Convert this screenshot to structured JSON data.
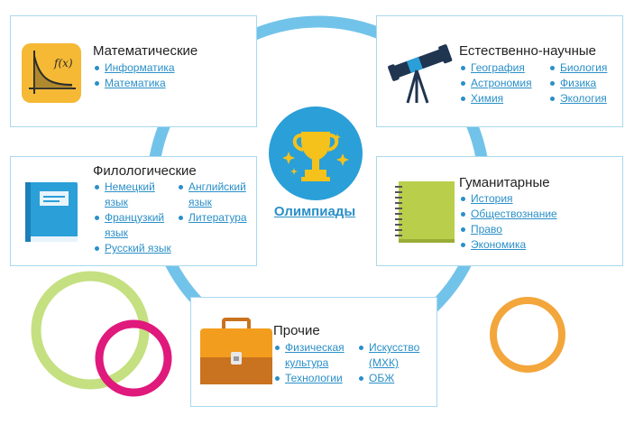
{
  "center": {
    "label": "Олимпиады",
    "icon": "trophy-icon"
  },
  "colors": {
    "ring": "#72c3ea",
    "link": "#2a8fc8",
    "card_border": "#a9d8ee",
    "green_ring": "#c4e080",
    "pink_ring": "#e0197d",
    "orange_ring": "#f3a63c"
  },
  "cards": {
    "math": {
      "title": "Математические",
      "icon": "function-graph-icon",
      "items": [
        "Информатика",
        "Математика"
      ]
    },
    "science": {
      "title": "Естественно-научные",
      "icon": "telescope-icon",
      "col1": [
        "География",
        "Астрономия",
        "Химия"
      ],
      "col2": [
        "Биология",
        "Физика",
        "Экология"
      ]
    },
    "philology": {
      "title": "Филологические",
      "icon": "book-icon",
      "col1": [
        "Немецкий язык",
        "Французкий язык",
        "Русский язык"
      ],
      "col2": [
        "Английский язык",
        "Литература"
      ]
    },
    "humanities": {
      "title": "Гуманитарные",
      "icon": "notebook-icon",
      "items": [
        "История",
        "Обществознание",
        "Право",
        "Экономика"
      ]
    },
    "other": {
      "title": "Прочие",
      "icon": "briefcase-icon",
      "col1": [
        "Физическая культура",
        "Технологии"
      ],
      "col2": [
        "Искусство (МХК)",
        "ОБЖ"
      ]
    }
  }
}
